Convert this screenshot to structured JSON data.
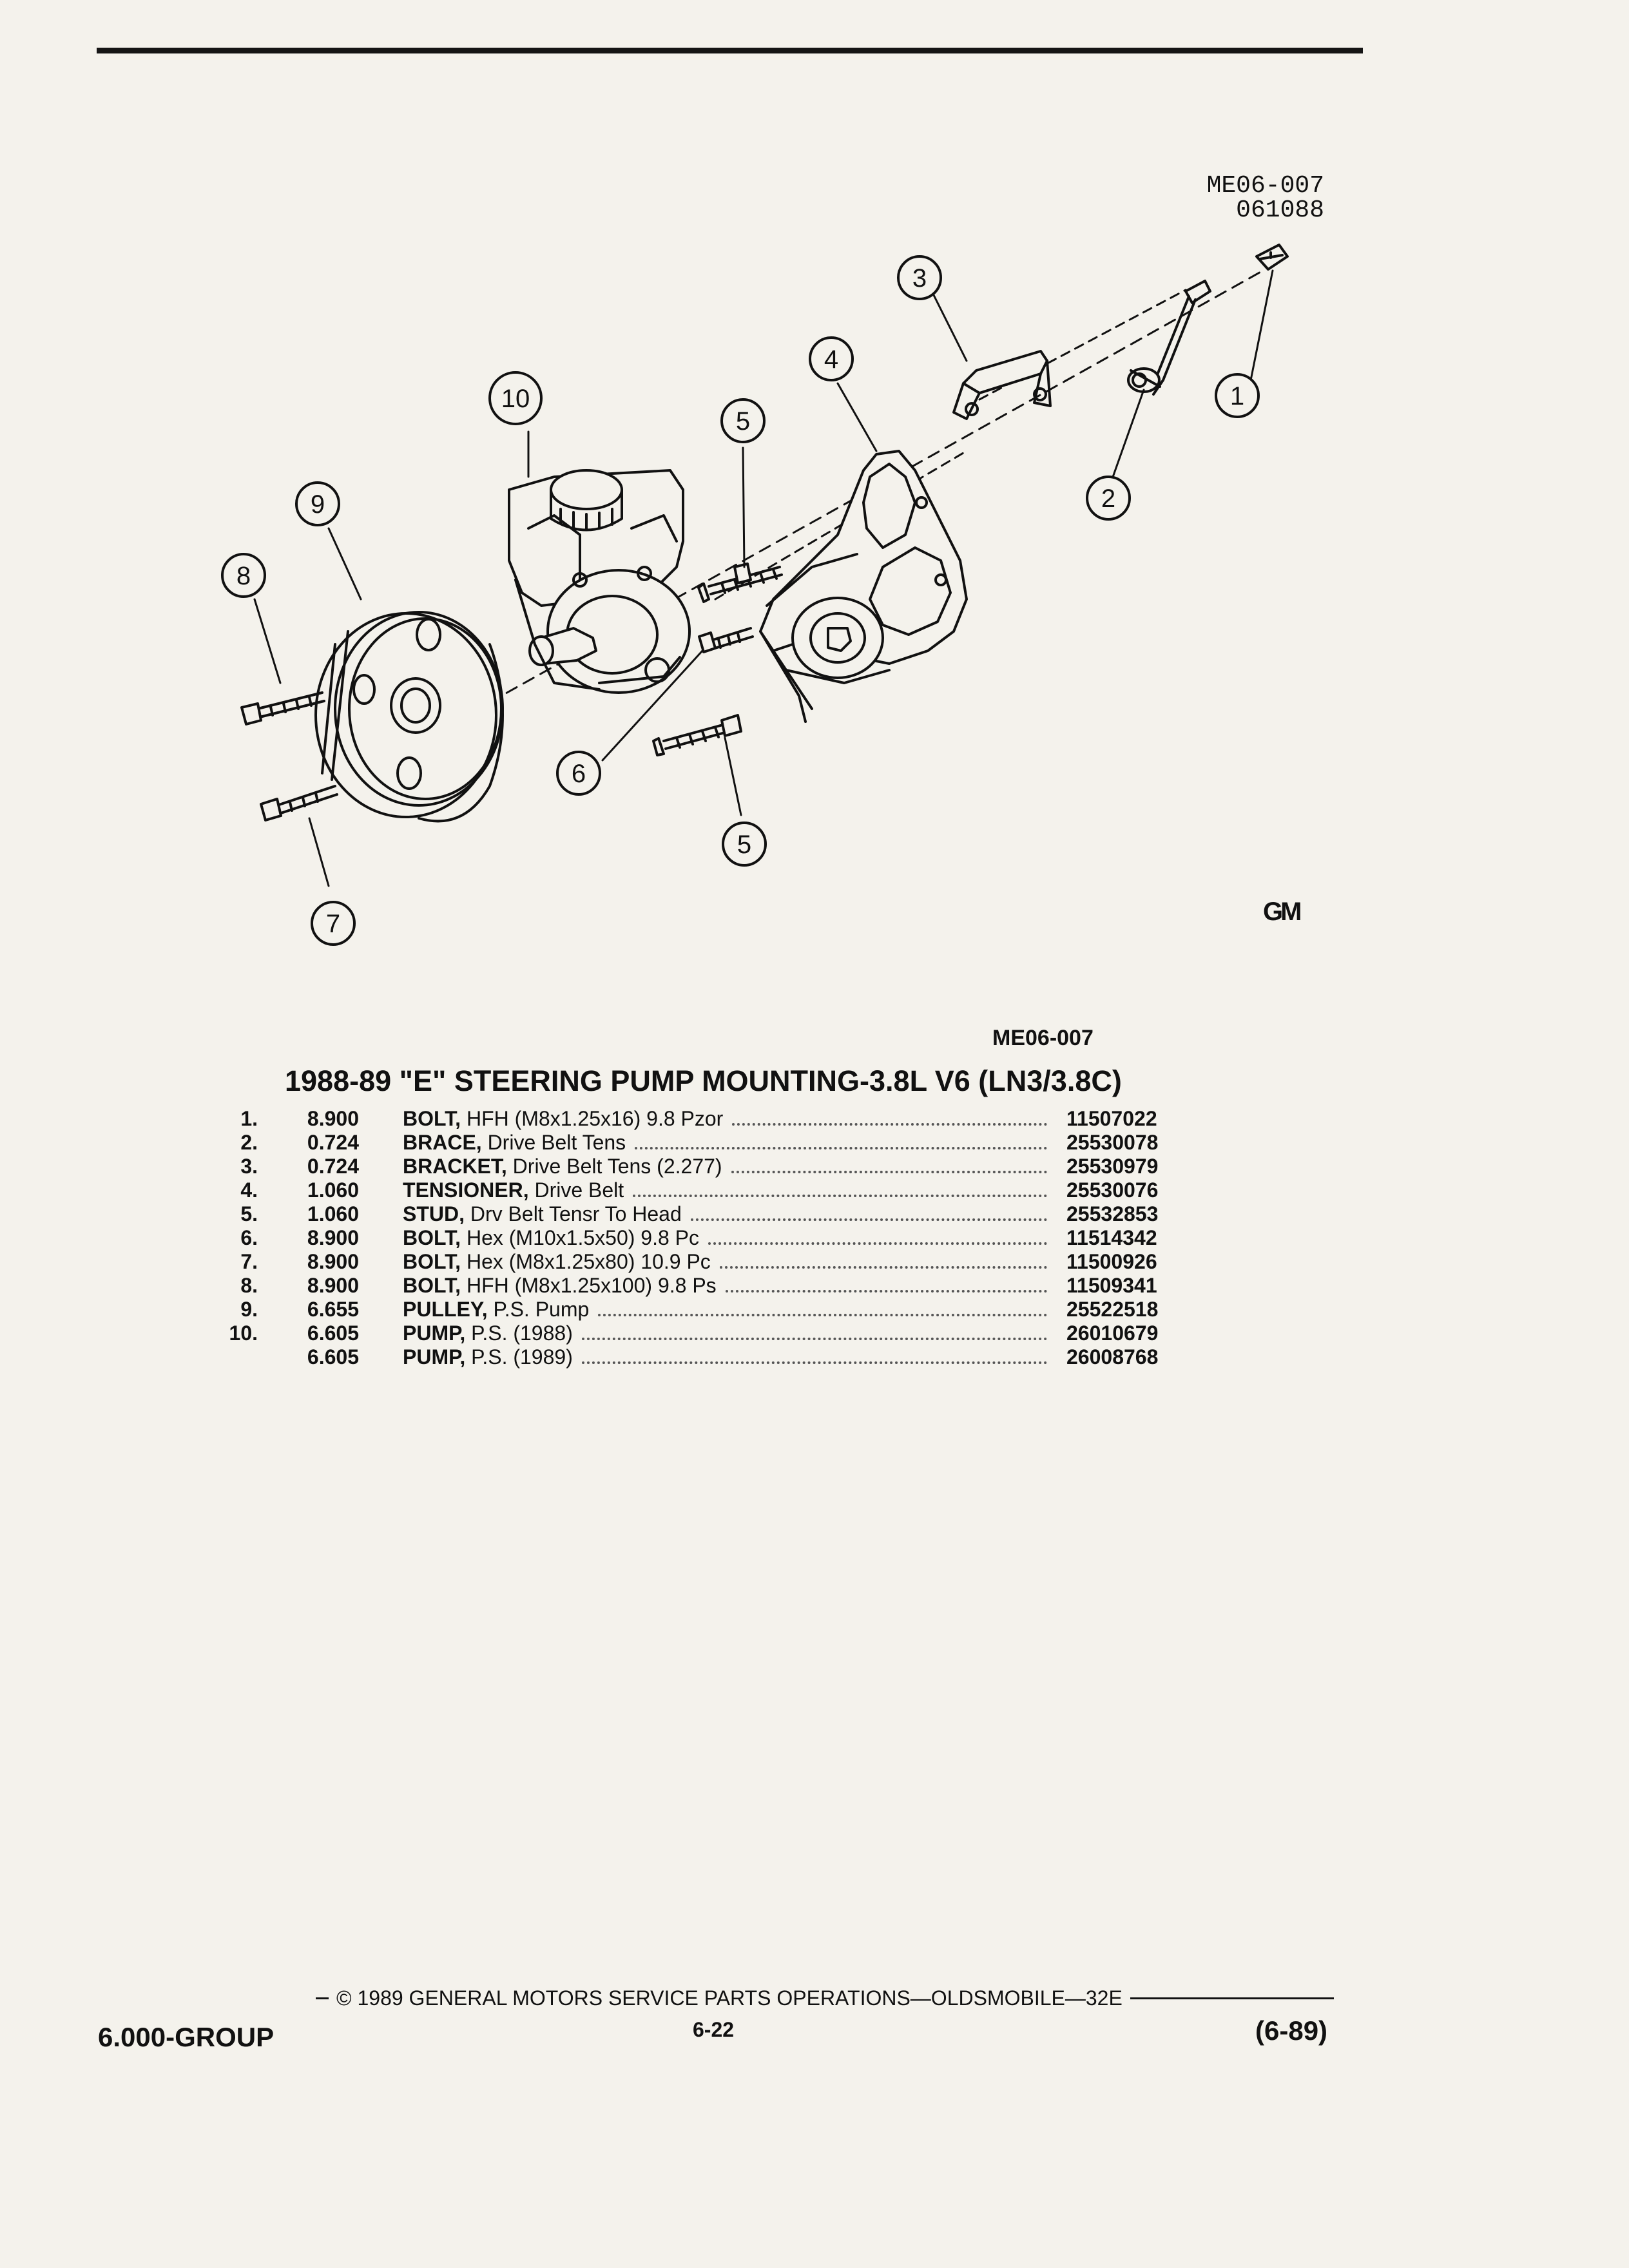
{
  "figure": {
    "code": "ME06-007",
    "date_code": "061088",
    "caption": "ME06-007",
    "gm_mark": "GM",
    "callouts": [
      "1",
      "2",
      "3",
      "4",
      "5",
      "5",
      "6",
      "7",
      "8",
      "9",
      "10"
    ]
  },
  "parts": {
    "title": "1988-89 \"E\" STEERING PUMP MOUNTING-3.8L V6 (LN3/3.8C)",
    "rows": [
      {
        "num": "1.",
        "group": "8.900",
        "name": "BOLT,",
        "desc": "HFH (M8x1.25x16) 9.8 Pzor",
        "part": "11507022"
      },
      {
        "num": "2.",
        "group": "0.724",
        "name": "BRACE,",
        "desc": "Drive Belt Tens",
        "part": "25530078"
      },
      {
        "num": "3.",
        "group": "0.724",
        "name": "BRACKET,",
        "desc": "Drive Belt Tens (2.277)",
        "part": "25530979"
      },
      {
        "num": "4.",
        "group": "1.060",
        "name": "TENSIONER,",
        "desc": "Drive Belt",
        "part": "25530076"
      },
      {
        "num": "5.",
        "group": "1.060",
        "name": "STUD,",
        "desc": "Drv Belt Tensr To Head",
        "part": "25532853"
      },
      {
        "num": "6.",
        "group": "8.900",
        "name": "BOLT,",
        "desc": "Hex (M10x1.5x50) 9.8 Pc",
        "part": "11514342"
      },
      {
        "num": "7.",
        "group": "8.900",
        "name": "BOLT,",
        "desc": "Hex (M8x1.25x80) 10.9 Pc",
        "part": "11500926"
      },
      {
        "num": "8.",
        "group": "8.900",
        "name": "BOLT,",
        "desc": "HFH (M8x1.25x100) 9.8 Ps",
        "part": "11509341"
      },
      {
        "num": "9.",
        "group": "6.655",
        "name": "PULLEY,",
        "desc": "P.S. Pump",
        "part": "25522518"
      },
      {
        "num": "10.",
        "group": "6.605",
        "name": "PUMP,",
        "desc": "P.S. (1988)",
        "part": "26010679"
      },
      {
        "num": "",
        "group": "6.605",
        "name": "PUMP,",
        "desc": "P.S. (1989)",
        "part": "26008768"
      }
    ]
  },
  "footer": {
    "group": "6.000-GROUP",
    "copyright": "© 1989 GENERAL MOTORS SERVICE PARTS OPERATIONS—OLDSMOBILE—32E",
    "page": "6-22",
    "date": "(6-89)"
  }
}
